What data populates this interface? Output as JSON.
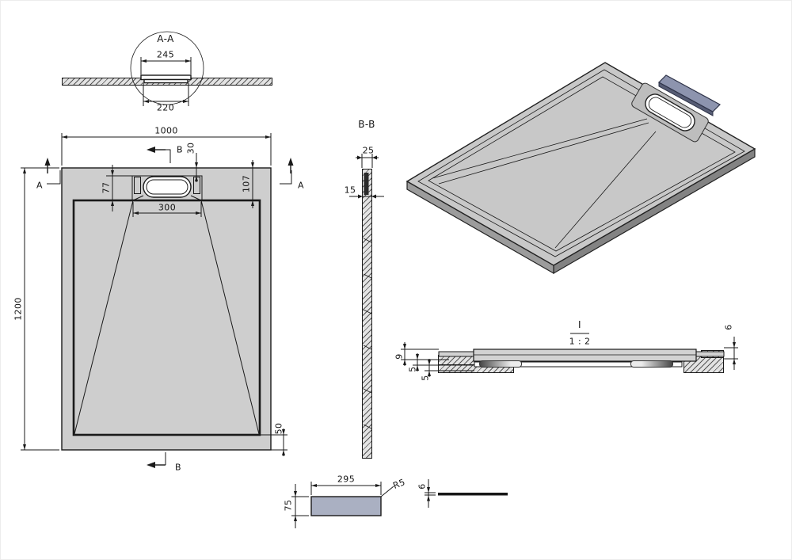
{
  "drawing": {
    "type": "technical-drawing",
    "subject": "rectangular shower tray with linear drain and cover plate",
    "views": {
      "detail_aa": {
        "label": "A-A",
        "dim_cover_width": "245",
        "dim_recess_width": "220"
      },
      "plan": {
        "dim_width": "1000",
        "dim_length": "1200",
        "dim_drain_recess_width": "300",
        "dim_recess_to_floor": "77",
        "dim_edge_to_floor": "107",
        "dim_edge_to_recess": "30",
        "dim_floor_to_edge_bottom": "50",
        "marker_a": "A",
        "marker_b": "B"
      },
      "section_bb": {
        "label": "B-B",
        "dim_top_flange": "25",
        "dim_wall": "15"
      },
      "detail_i": {
        "label": "I",
        "scale": "1 : 2",
        "dim_lip": "6",
        "dim_depth": "9",
        "dim_step_1": "5",
        "dim_step_2": "5"
      },
      "cover_plate_plan": {
        "dim_length": "295",
        "dim_width": "75",
        "dim_corner_radius": "R5"
      },
      "cover_plate_edge": {
        "dim_thickness": "6"
      }
    },
    "colors": {
      "line": "#1a1a1a",
      "tray_fill": "#cecece",
      "iso_top_fill": "#c8c8c8",
      "iso_side_fill": "#8f8f8f",
      "cover_iso_fill": "#8d94ae",
      "cover_plan_fill": "#aab0c2",
      "hatch_fill": "#e3e3e3"
    }
  }
}
